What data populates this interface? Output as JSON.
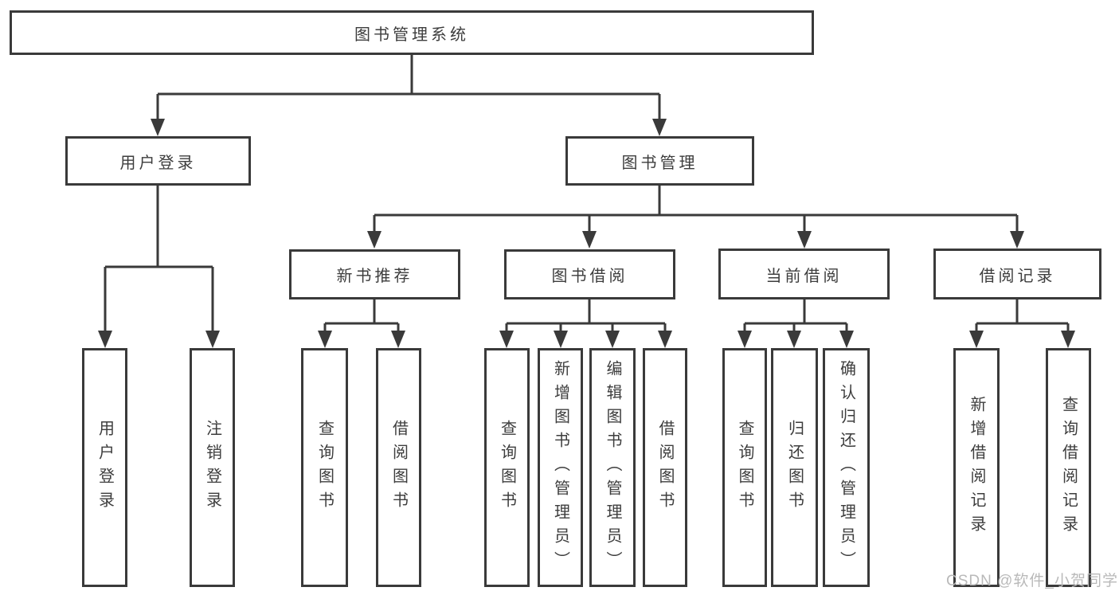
{
  "diagram_title": "图书管理系统",
  "watermark": "CSDN @软件_小贺同学",
  "colors": {
    "box_border": "#3a3a3a",
    "box_fill": "#ffffff",
    "text": "#3d3d3d",
    "connector": "#3a3a3a",
    "watermark": "#b9b9b9"
  },
  "nodes": {
    "root": "图书管理系统",
    "user_login": "用户登录",
    "book_mgmt": "图书管理",
    "new_book_rec": "新书推荐",
    "book_borrow": "图书借阅",
    "current_borrow": "当前借阅",
    "borrow_record": "借阅记录",
    "user_login_leaf": "用户登录",
    "logout_leaf": "注销登录",
    "query_book_1": "查询图书",
    "borrow_book_1": "借阅图书",
    "query_book_2": "查询图书",
    "add_book_admin": "新增图书（管理员）",
    "edit_book_admin": "编辑图书（管理员）",
    "borrow_book_2": "借阅图书",
    "query_book_3": "查询图书",
    "return_book": "归还图书",
    "confirm_return_admin": "确认归还（管理员）",
    "add_borrow_record": "新增借阅记录",
    "query_borrow_record": "查询借阅记录"
  },
  "hierarchy": {
    "label": "图书管理系统",
    "children": [
      {
        "label": "用户登录",
        "children": [
          {
            "label": "用户登录"
          },
          {
            "label": "注销登录"
          }
        ]
      },
      {
        "label": "图书管理",
        "children": [
          {
            "label": "新书推荐",
            "children": [
              {
                "label": "查询图书"
              },
              {
                "label": "借阅图书"
              }
            ]
          },
          {
            "label": "图书借阅",
            "children": [
              {
                "label": "查询图书"
              },
              {
                "label": "新增图书（管理员）"
              },
              {
                "label": "编辑图书（管理员）"
              },
              {
                "label": "借阅图书"
              }
            ]
          },
          {
            "label": "当前借阅",
            "children": [
              {
                "label": "查询图书"
              },
              {
                "label": "归还图书"
              },
              {
                "label": "确认归还（管理员）"
              }
            ]
          },
          {
            "label": "借阅记录",
            "children": [
              {
                "label": "新增借阅记录"
              },
              {
                "label": "查询借阅记录"
              }
            ]
          }
        ]
      }
    ]
  }
}
